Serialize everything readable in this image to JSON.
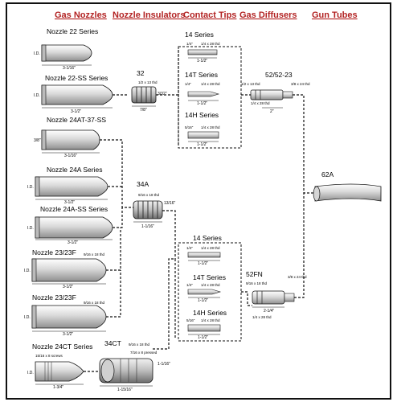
{
  "headers": {
    "gas_nozzles": "Gas Nozzles",
    "nozzle_insulators": "Nozzle Insulators",
    "contact_tips": "Contact Tips",
    "gas_diffusers": "Gas Diffusers",
    "gun_tubes": "Gun Tubes"
  },
  "nozzles": {
    "n22": {
      "label": "Nozzle 22 Series",
      "id_label": "I.D.",
      "dim": "3-1/16\""
    },
    "n22ss": {
      "label": "Nozzle 22-SS Series",
      "id_label": "I.D.",
      "dim": "3-1/2\""
    },
    "n24at": {
      "label": "Nozzle 24AT-37-SS",
      "id_label": "3/8\"",
      "dim": "3-1/16\""
    },
    "n24a": {
      "label": "Nozzle 24A Series",
      "id_label": "I.D.",
      "dim": "3-1/2\""
    },
    "n24ass": {
      "label": "Nozzle 24A-SS Series",
      "id_label": "I.D.",
      "dim": "3-1/2\""
    },
    "n23_1": {
      "label": "Nozzle 23/23F",
      "thread": "9/16 x 18 thd",
      "id_label": "I.D.",
      "dim": "3-1/2\""
    },
    "n23_2": {
      "label": "Nozzle 23/23F",
      "thread": "9/16 x 18 thd",
      "id_label": "I.D.",
      "dim": "3-1/2\""
    },
    "n24ct": {
      "label": "Nozzle 24CT Series",
      "thread": "15/16 x 8 screws",
      "id_label": "I.D.",
      "dim": "1-3/4\""
    }
  },
  "insulators": {
    "i32": {
      "label": "32",
      "thread": "1/2 x 13 thd",
      "dim_a": "7/8\"",
      "dim_b": "3/32\""
    },
    "i34a": {
      "label": "34A",
      "thread": "9/16 x 18 thd",
      "dim_a": "1-1/16\"",
      "dim_b": "13/16\""
    },
    "i34ct": {
      "label": "34CT",
      "thread": "9/16 x 18 thd",
      "thread2": "7/16 x 8 pressed",
      "dim_a": "1-15/16\"",
      "dim_b": "1-1/16\""
    }
  },
  "tips_top": {
    "t14": {
      "label": "14 Series",
      "size": "1/4\"",
      "thread": "1/4 x 28 thd",
      "dim": "1-1/2\""
    },
    "t14t": {
      "label": "14T Series",
      "size": "1/4\"",
      "thread": "1/4 x 28 thd",
      "dim": "1-1/2\""
    },
    "t14h": {
      "label": "14H Series",
      "size": "5/16\"",
      "thread": "1/4 x 28 thd",
      "dim": "1-1/2\""
    }
  },
  "tips_bottom": {
    "t14": {
      "label": "14 Series",
      "size": "1/4\"",
      "thread": "1/4 x 28 thd",
      "dim": "1-1/2\""
    },
    "t14t": {
      "label": "14T Series",
      "size": "1/4\"",
      "thread": "1/4 x 28 thd",
      "dim": "1-1/2\""
    },
    "t14h": {
      "label": "14H Series",
      "size": "5/16\"",
      "thread": "1/4 x 28 thd",
      "dim": "1-1/2\""
    }
  },
  "diffusers": {
    "d52": {
      "label": "52/52-23",
      "thread_a": "1/2 x 13 thd",
      "thread_b": "3/8 x 24 thd",
      "thread_c": "1/4 x 28 thd",
      "dim": "2\""
    },
    "d52fn": {
      "label": "52FN",
      "thread_a": "9/16 x 18 thd",
      "thread_b": "3/8 x 24 thd",
      "thread_c": "1/4 x 28 thd",
      "dim": "2-1/4\""
    }
  },
  "gun_tube": {
    "label": "62A"
  }
}
